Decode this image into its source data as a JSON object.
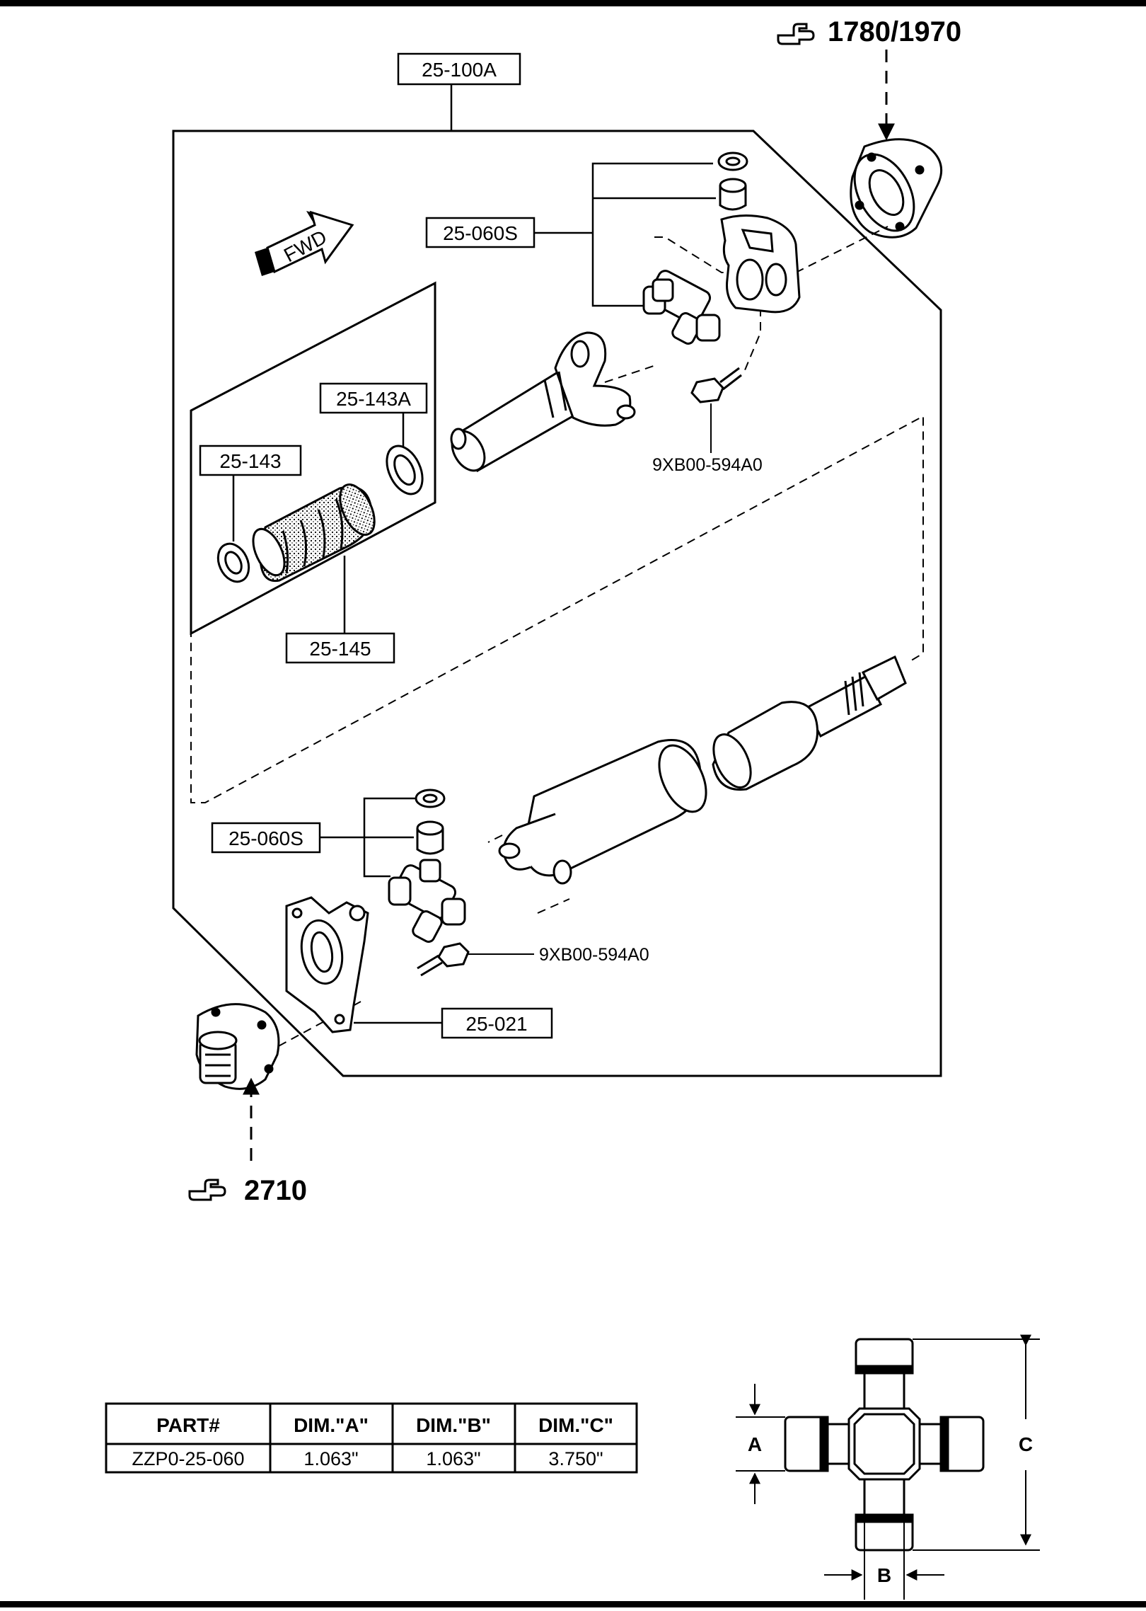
{
  "callouts": {
    "assembly": "25-100A",
    "ujoint_front": "25-060S",
    "boot_clamp_outer": "25-143A",
    "boot_clamp_inner": "25-143",
    "boot_kit": "25-145",
    "ujoint_rear": "25-060S",
    "center_bearing": "25-021",
    "bolt_front": "9XB00-594A0",
    "bolt_rear": "9XB00-594A0"
  },
  "refs": {
    "top": "1780/1970",
    "bottom": "2710"
  },
  "fwd_label": "FWD",
  "spec_table": {
    "headers": [
      "PART#",
      "DIM.\"A\"",
      "DIM.\"B\"",
      "DIM.\"C\""
    ],
    "rows": [
      [
        "ZZP0-25-060",
        "1.063\"",
        "1.063\"",
        "3.750\""
      ]
    ]
  },
  "dim_labels": {
    "a": "A",
    "b": "B",
    "c": "C"
  }
}
